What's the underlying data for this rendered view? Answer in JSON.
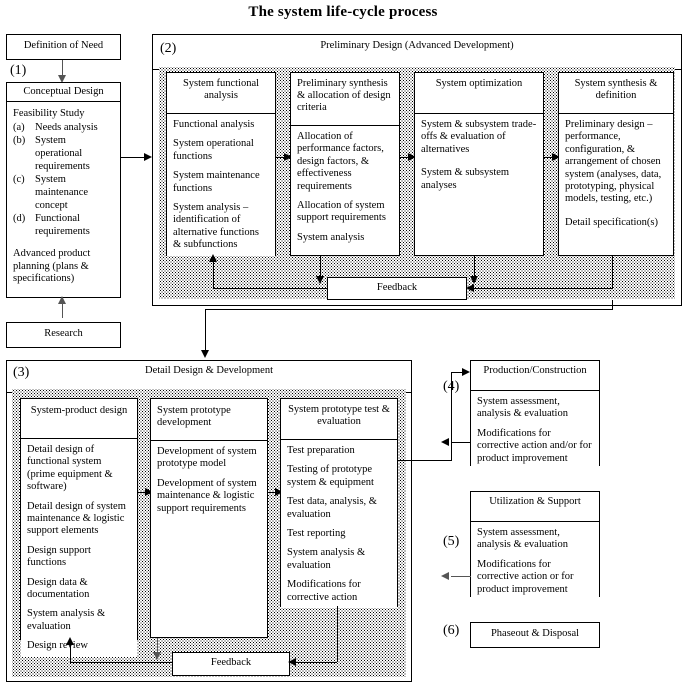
{
  "title": "The system life-cycle process",
  "phase_markers": {
    "p1": "(1)",
    "p2": "(2)",
    "p3": "(3)",
    "p4": "(4)",
    "p5": "(5)",
    "p6": "(6)"
  },
  "labels": {
    "feedback": "Feedback"
  },
  "colors": {
    "line": "#000000",
    "panel_fill": "#ffffff",
    "stipple_dot": "#000000",
    "gray_line": "#555555"
  },
  "phase1": {
    "definition_of_need": "Definition of Need",
    "conceptual_design_header": "Conceptual Design",
    "feasibility_title": "Feasibility Study",
    "feasibility_items": [
      {
        "label": "(a)",
        "text": "Needs analysis"
      },
      {
        "label": "(b)",
        "text": "System operational requirements"
      },
      {
        "label": "(c)",
        "text": "System maintenance concept"
      },
      {
        "label": "(d)",
        "text": "Functional requirements"
      }
    ],
    "advanced_planning": "Advanced product planning (plans & specifications)",
    "research": "Research"
  },
  "phase2": {
    "header": "Preliminary Design (Advanced Development)",
    "boxes": [
      {
        "header": "System functional analysis",
        "items": [
          "Functional analysis",
          "System operational functions",
          "System maintenance functions",
          "System analysis – identification of alternative functions & subfunctions"
        ]
      },
      {
        "header": "Preliminary synthesis & allocation of design criteria",
        "items": [
          "Allocation of performance factors, design factors, & effectiveness requirements",
          "Allocation of system support requirements",
          "System analysis"
        ]
      },
      {
        "header": "System optimization",
        "items": [
          "System & subsystem trade-offs & evaluation of alternatives",
          "System & subsystem analyses"
        ]
      },
      {
        "header": "System synthesis & definition",
        "items": [
          "Preliminary design – performance, configuration, & arrangement of chosen system (analyses, data, prototyping, physical models, testing, etc.)",
          "Detail specification(s)"
        ]
      }
    ]
  },
  "phase3": {
    "header": "Detail Design & Development",
    "boxes": [
      {
        "header": "System-product design",
        "items": [
          "Detail design of functional system (prime equipment & software)",
          "Detail design of system maintenance & logistic support elements",
          "Design support functions",
          "Design data & documentation",
          "System analysis & evaluation",
          "Design review"
        ]
      },
      {
        "header": "System prototype development",
        "items": [
          "Development of system prototype model",
          "Development of system maintenance & logistic support requirements"
        ]
      },
      {
        "header": "System prototype test & evaluation",
        "items": [
          "Test preparation",
          "Testing of prototype system & equipment",
          "Test data, analysis, & evaluation",
          "Test reporting",
          "System analysis & evaluation",
          "Modifications for corrective action"
        ]
      }
    ]
  },
  "phase4": {
    "header": "Production/Construction",
    "items": [
      "System assessment, analysis & evaluation",
      "Modifications for corrective action and/or for product improvement"
    ]
  },
  "phase5": {
    "header": "Utilization & Support",
    "items": [
      "System assessment, analysis & evaluation",
      "Modifications for corrective action or for product improvement"
    ]
  },
  "phase6": {
    "header": "Phaseout & Disposal"
  }
}
